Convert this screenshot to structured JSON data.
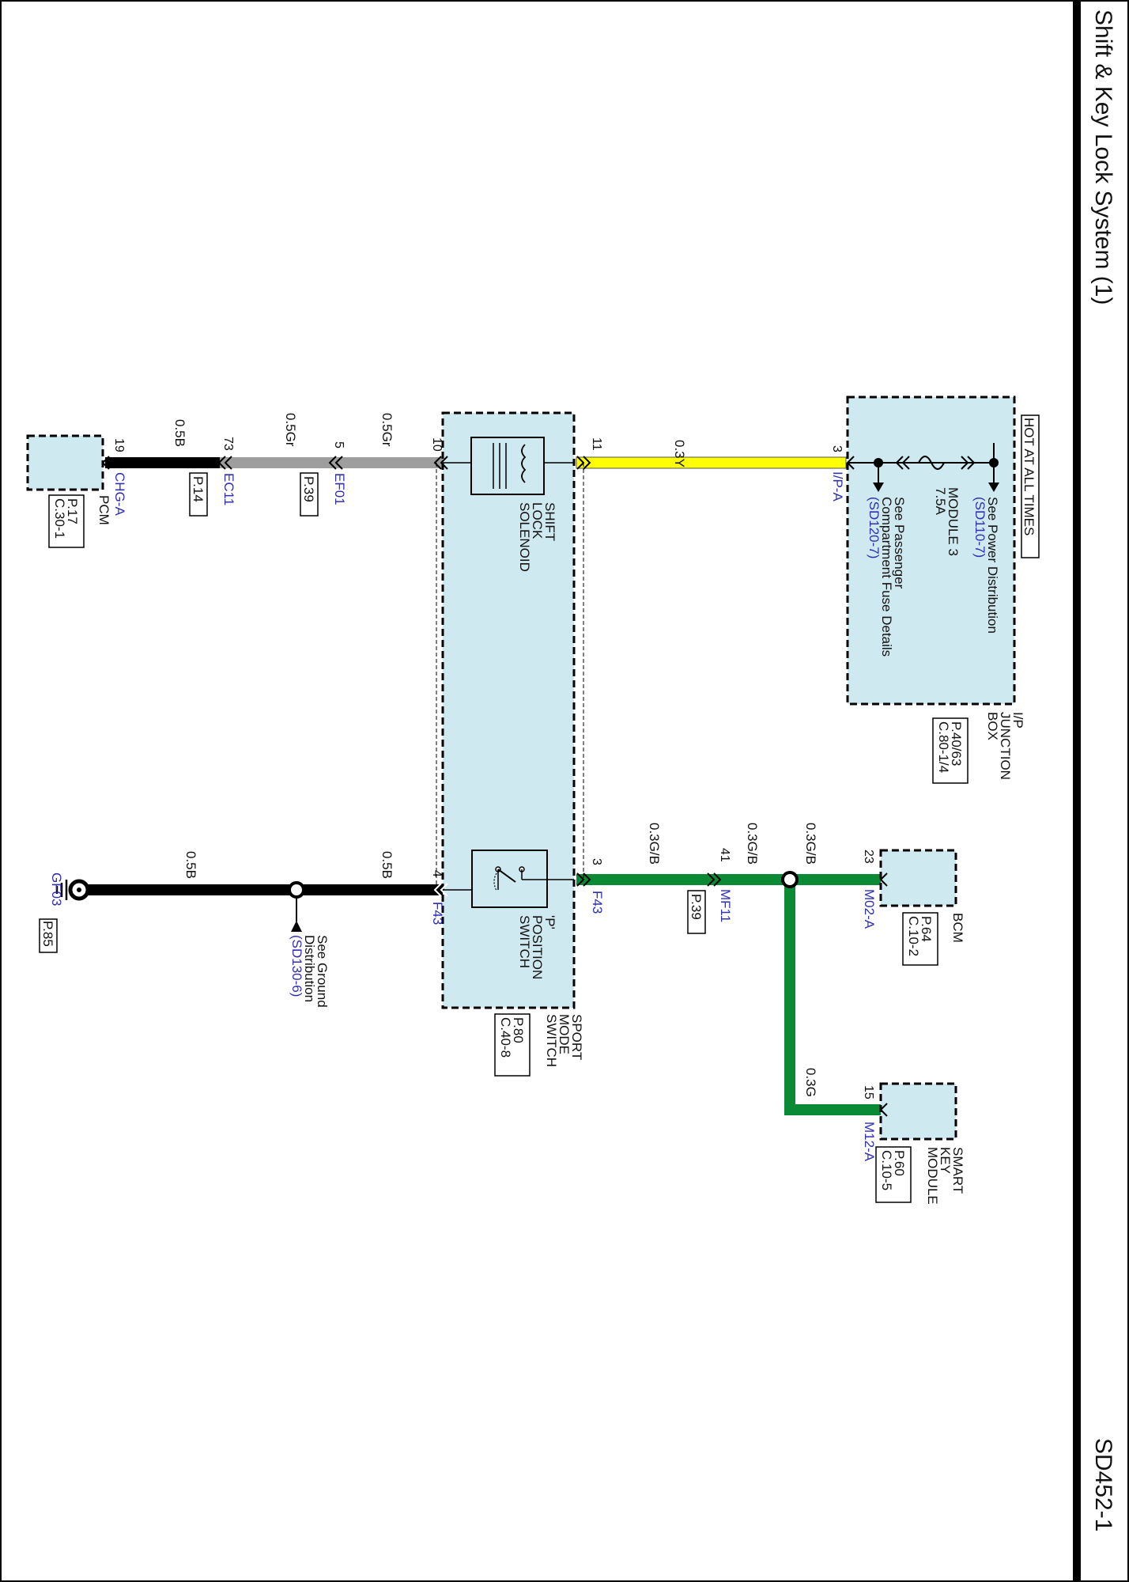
{
  "header": {
    "title": "Shift & Key Lock System (1)",
    "page_code": "SD452-1"
  },
  "power": {
    "label": "HOT AT ALL TIMES"
  },
  "ip_junction_box": {
    "name_lines": [
      "I/P",
      "JUNCTION",
      "BOX"
    ],
    "refs": [
      "P.40/63",
      "C.80-1/4"
    ],
    "see_power_lines": [
      "See Power Distribution",
      "(SD110-7)"
    ],
    "fuse_lines": [
      "MODULE 3",
      "7.5A"
    ],
    "see_passenger_lines": [
      "See Passenger",
      "Compartment Fuse Details",
      "(SD120-7)"
    ],
    "connector": "I/P-A",
    "pin": "3"
  },
  "sport_mode_switch": {
    "name_lines": [
      "SPORT",
      "MODE",
      "SWITCH"
    ],
    "refs": [
      "P.80",
      "C.40-8"
    ],
    "solenoid_lines": [
      "SHIFT",
      "LOCK",
      "SOLENOID"
    ],
    "switch_lines": [
      "'P'",
      "POSITION",
      "SWITCH"
    ],
    "pins": {
      "solenoid_in": "11",
      "solenoid_out": "10",
      "switch_out": "3",
      "switch_gnd": "4"
    },
    "connector_top": "F43",
    "connector_bottom": "F43"
  },
  "wires": {
    "yellow": "0.3Y",
    "gray_1": "0.5Gr",
    "gray_2": "0.5Gr",
    "black_pcm": "0.5B",
    "green_1": "0.3G/B",
    "green_2": "0.3G/B",
    "green_bcm": "0.3G/B",
    "green_smk": "0.3G",
    "black_gnd_1": "0.5B",
    "black_gnd_2": "0.5B"
  },
  "connectors": {
    "ef01": {
      "name": "EF01",
      "pin": "5",
      "ref": "P.39"
    },
    "ec11": {
      "name": "EC11",
      "pin": "73",
      "ref": "P.14"
    },
    "mf11": {
      "name": "MF11",
      "pin": "41",
      "ref": "P.39"
    }
  },
  "pcm": {
    "name": "PCM",
    "refs": [
      "P.17",
      "C.30-1"
    ],
    "connector": "CHG-A",
    "pin": "19"
  },
  "bcm": {
    "name": "BCM",
    "refs": [
      "P.64",
      "C.10-2"
    ],
    "connector": "M02-A",
    "pin": "23"
  },
  "smart_key": {
    "name_lines": [
      "SMART",
      "KEY",
      "MODULE"
    ],
    "refs": [
      "P.60",
      "C.10-5"
    ],
    "connector": "M12-A",
    "pin": "15"
  },
  "ground": {
    "name": "GF03",
    "ref": "P.85",
    "see_lines": [
      "See Ground",
      "Distribution",
      "(SD130-6)"
    ]
  },
  "colors": {
    "component_fill": "#cfe9f1",
    "wire_yellow": "#ffff00",
    "wire_gray": "#9e9e9e",
    "wire_green": "#0a8a35",
    "wire_black": "#000000",
    "ref_text_blue": "#2f2fb0"
  }
}
